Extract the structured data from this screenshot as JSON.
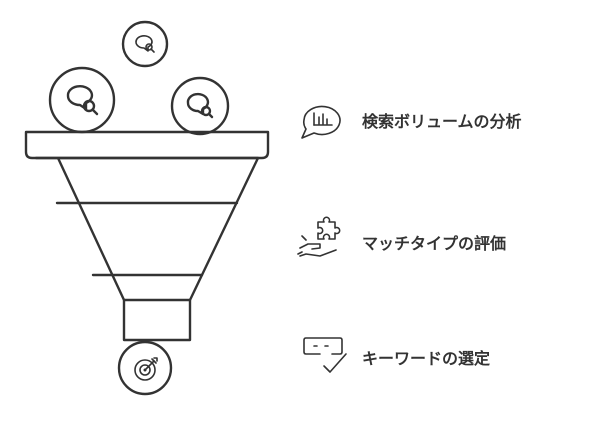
{
  "diagram": {
    "type": "funnel",
    "stages": [
      {
        "label": "検索ボリュームの分析",
        "icon": "bar-chart-speech-icon"
      },
      {
        "label": "マッチタイプの評価",
        "icon": "puzzle-hand-icon"
      },
      {
        "label": "キーワードの選定",
        "icon": "selection-check-icon"
      }
    ],
    "inputs_icon": "search-speech-bubble-icon",
    "output_icon": "target-icon",
    "colors": {
      "stroke": "#333333",
      "fill": "#ffffff",
      "text": "#333333"
    }
  }
}
